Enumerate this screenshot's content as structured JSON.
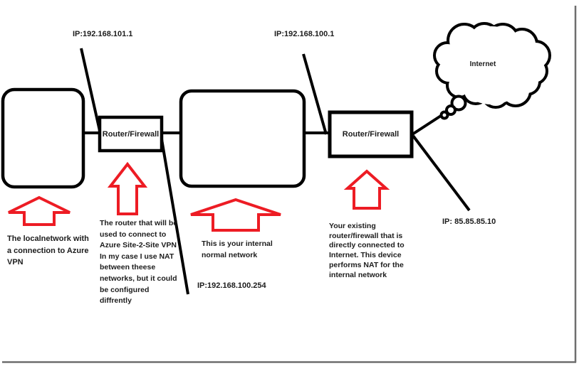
{
  "colors": {
    "line": "#000000",
    "arrow": "#ed1c24",
    "text": "#1c1c1c",
    "frame_shadow": "#6e6e6e",
    "background": "#ffffff"
  },
  "nodes": {
    "router1_label": "Router/Firewall",
    "router2_label": "Router/Firewall",
    "internet_label": "Internet"
  },
  "ip_labels": {
    "vpn_router_wan": "IP:192.168.101.1",
    "internal_router_lan": "IP:192.168.100.1",
    "vpn_router_lan": "IP:192.168.100.254",
    "public_wan": "IP: 85.85.85.10"
  },
  "annotations": {
    "local_network": [
      "The localnetwork with",
      "a connection to Azure",
      "VPN"
    ],
    "vpn_router_p1": [
      "The router that will be",
      "used to connect to",
      "Azure Site-2-Site VPN"
    ],
    "vpn_router_p2": [
      "In my case I use NAT",
      "between theese",
      "networks, but it could",
      "be configured",
      "diffrently"
    ],
    "internal_network": [
      "This is your internal",
      "normal network"
    ],
    "existing_router": [
      "Your existing",
      "router/firewall that is",
      "directly connected to",
      "Internet. This device",
      "performs NAT for the",
      "internal network"
    ]
  }
}
